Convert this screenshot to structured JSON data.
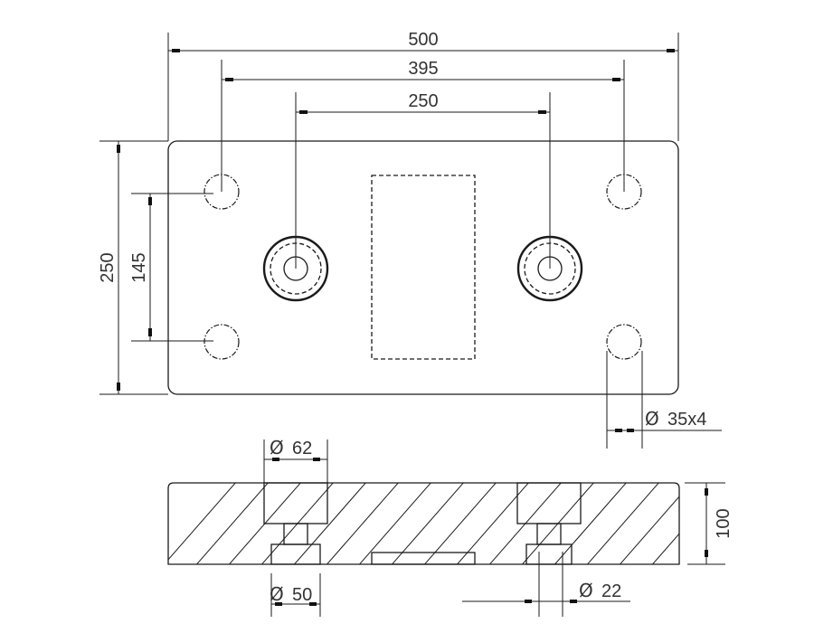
{
  "drawing": {
    "type": "technical-drawing",
    "views": [
      "top-view",
      "section-view"
    ],
    "top_view": {
      "dimensions": {
        "overall_length": "500",
        "outer_hole_spacing": "395",
        "inner_hole_spacing": "250",
        "overall_width": "250",
        "hole_vertical_spacing": "145",
        "corner_hole_diameter": "35x4",
        "diameter_symbol": "Ø"
      }
    },
    "section_view": {
      "dimensions": {
        "counterbore_diameter": "62",
        "bottom_recess_diameter": "50",
        "through_hole_diameter": "22",
        "thickness": "100",
        "diameter_symbol": "Ø"
      }
    },
    "colors": {
      "line": "#1a1a1a",
      "text": "#333333",
      "background": "#ffffff"
    }
  }
}
